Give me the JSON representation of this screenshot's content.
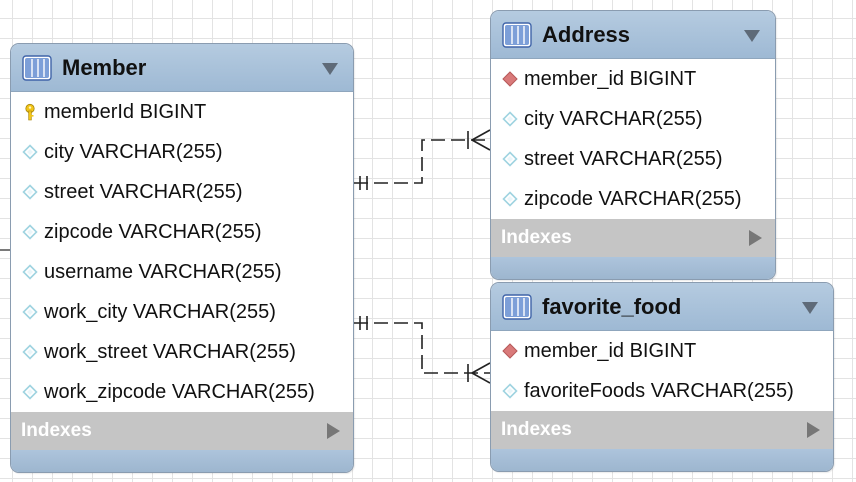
{
  "colors": {
    "header": "#a6bfd8",
    "pk_key": "#f2c519",
    "fk_diamond": "#d97a7a",
    "column_diamond": "#9fd3e0",
    "indexes_bar": "#c5c5c5"
  },
  "icons": {
    "table": "table-grid-icon",
    "collapse": "triangle-down-icon",
    "primary_key": "key-icon",
    "foreign_key": "diamond-red-icon",
    "column": "diamond-outline-icon",
    "indexes": "triangle-right-icon"
  },
  "tables": {
    "member": {
      "title": "Member",
      "columns": [
        {
          "label": "memberId BIGINT",
          "kind": "pk"
        },
        {
          "label": "city VARCHAR(255)",
          "kind": "col"
        },
        {
          "label": "street VARCHAR(255)",
          "kind": "col"
        },
        {
          "label": "zipcode VARCHAR(255)",
          "kind": "col"
        },
        {
          "label": "username VARCHAR(255)",
          "kind": "col"
        },
        {
          "label": "work_city VARCHAR(255)",
          "kind": "col"
        },
        {
          "label": "work_street VARCHAR(255)",
          "kind": "col"
        },
        {
          "label": "work_zipcode VARCHAR(255)",
          "kind": "col"
        }
      ],
      "indexes_label": "Indexes"
    },
    "address": {
      "title": "Address",
      "columns": [
        {
          "label": "member_id BIGINT",
          "kind": "fk"
        },
        {
          "label": "city VARCHAR(255)",
          "kind": "col"
        },
        {
          "label": "street VARCHAR(255)",
          "kind": "col"
        },
        {
          "label": "zipcode VARCHAR(255)",
          "kind": "col"
        }
      ],
      "indexes_label": "Indexes"
    },
    "favorite_food": {
      "title": "favorite_food",
      "columns": [
        {
          "label": "member_id BIGINT",
          "kind": "fk"
        },
        {
          "label": "favoriteFoods VARCHAR(255)",
          "kind": "col"
        }
      ],
      "indexes_label": "Indexes"
    }
  },
  "relationships": [
    {
      "from": "Member",
      "to": "Address",
      "cardinality": "one-to-many",
      "identifying": false
    },
    {
      "from": "Member",
      "to": "favorite_food",
      "cardinality": "one-to-many",
      "identifying": false
    }
  ]
}
